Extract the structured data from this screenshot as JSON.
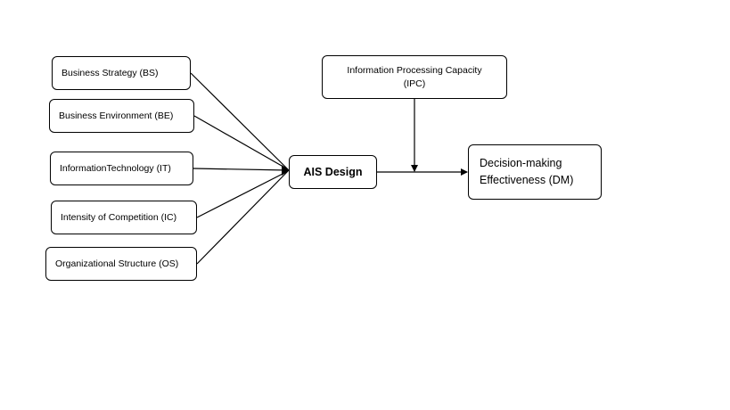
{
  "diagram": {
    "inputs": [
      {
        "id": "bs",
        "label": "Business Strategy (BS)"
      },
      {
        "id": "be",
        "label": "Business Environment (BE)"
      },
      {
        "id": "it",
        "label": "InformationTechnology (IT)"
      },
      {
        "id": "ic",
        "label": "Intensity of Competition (IC)"
      },
      {
        "id": "os",
        "label": "Organizational Structure (OS)"
      }
    ],
    "center": {
      "label": "AIS Design"
    },
    "moderator": {
      "line1": "Information Processing Capacity",
      "line2": "(IPC)"
    },
    "outcome": {
      "line1": "Decision-making",
      "line2": "Effectiveness (DM)"
    }
  }
}
